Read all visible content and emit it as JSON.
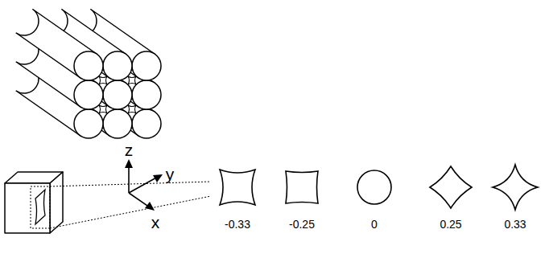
{
  "diagram": {
    "labels": [
      "z",
      "y",
      "x",
      "-0.33",
      "-0.25",
      "0",
      "0.25",
      "0.33"
    ]
  }
}
